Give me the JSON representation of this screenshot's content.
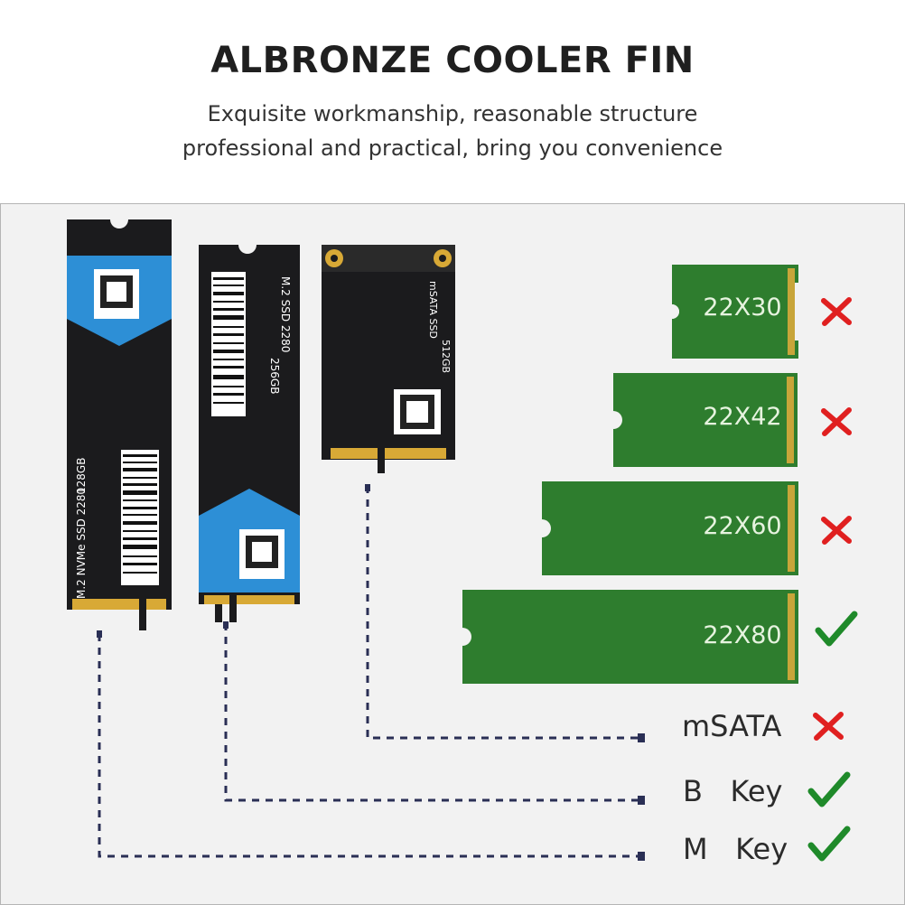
{
  "header": {
    "title": "ALBRONZE COOLER FIN",
    "subtitle_line1": "Exquisite workmanship, reasonable structure",
    "subtitle_line2": "professional and practical, bring you convenience"
  },
  "ssds": [
    {
      "capacity": "128GB",
      "model_line": "M.2 NVMe SSD 2280"
    },
    {
      "capacity": "256GB",
      "model_line": "M.2 SSD 2280"
    },
    {
      "capacity": "512GB",
      "model_line": "mSATA SSD"
    }
  ],
  "sizes": [
    {
      "label": "22X30",
      "status": "cross"
    },
    {
      "label": "22X42",
      "status": "cross"
    },
    {
      "label": "22X60",
      "status": "cross"
    },
    {
      "label": "22X80",
      "status": "check"
    }
  ],
  "keys": [
    {
      "label": "mSATA",
      "status": "cross"
    },
    {
      "label": "B   Key",
      "status": "check"
    },
    {
      "label": "M   Key",
      "status": "check"
    }
  ],
  "colors": {
    "board_green": "#2e7d2e",
    "cross_red": "#e02020",
    "check_green": "#1f8a2a",
    "dash": "#2a2f55"
  }
}
